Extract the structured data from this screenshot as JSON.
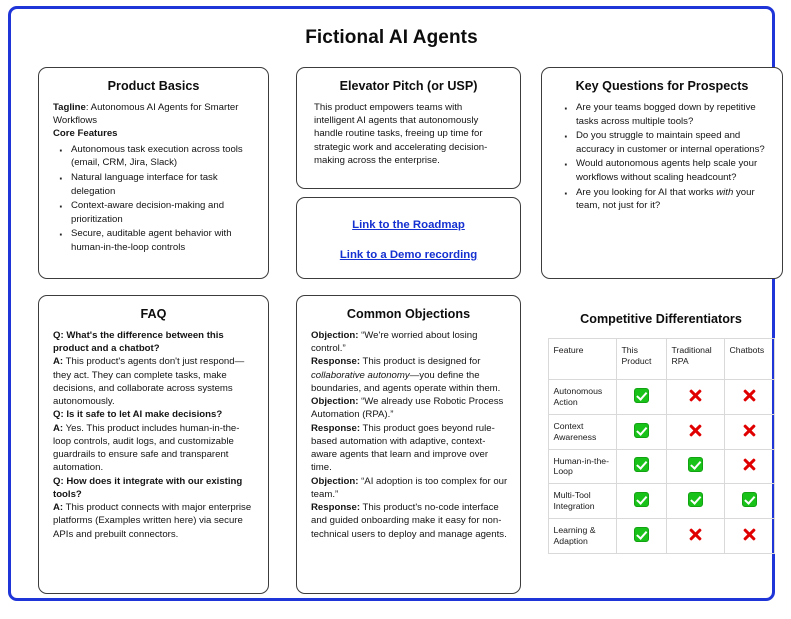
{
  "page": {
    "title": "Fictional AI Agents",
    "frame_color": "#2035d8",
    "card_border_color": "#3c3c3c",
    "link_color": "#1430d0"
  },
  "product_basics": {
    "title": "Product Basics",
    "tagline_label": "Tagline",
    "tagline_text": ": Autonomous AI Agents for Smarter Workflows",
    "core_features_heading": "Core Features",
    "features": [
      "Autonomous task execution across tools (email, CRM, Jira, Slack)",
      "Natural language interface for task delegation",
      "Context-aware decision-making and prioritization",
      "Secure, auditable agent behavior with human-in-the-loop controls"
    ]
  },
  "elevator_pitch": {
    "title": "Elevator Pitch (or USP)",
    "body": "This product empowers teams with intelligent AI agents that autonomously handle routine tasks, freeing up time for strategic work and accelerating decision-making across the enterprise."
  },
  "links": {
    "roadmap_label": "Link to the Roadmap",
    "demo_label": "Link to a Demo recording"
  },
  "key_questions": {
    "title": "Key Questions for Prospects",
    "items": [
      "Are your teams bogged down by repetitive tasks across multiple tools?",
      "Do you struggle to maintain speed and accuracy in customer or internal operations?",
      "Would autonomous agents help scale your workflows without scaling headcount?"
    ],
    "last_item": {
      "part1": "Are you looking for AI that works ",
      "emphasis": "with",
      "part2": " your team, not just for it?"
    }
  },
  "faq": {
    "title": "FAQ",
    "entries": [
      {
        "q_label": "Q:",
        "question": " What's the difference between this product and a chatbot?",
        "a_label": "A:",
        "answer": " This product's agents don't just respond—they act. They can complete tasks, make decisions, and collaborate across systems autonomously."
      },
      {
        "q_label": "Q:",
        "question": " Is it safe to let AI make decisions?",
        "a_label": "A:",
        "answer": " Yes. This product includes human-in-the-loop controls, audit logs, and customizable guardrails to ensure safe and transparent automation."
      },
      {
        "q_label": "Q:",
        "question": " How does it integrate with our existing tools?",
        "a_label": "A:",
        "answer": " This product connects with major enterprise platforms (Examples written here) via secure APIs and prebuilt connectors."
      }
    ]
  },
  "objections": {
    "title": "Common Objections",
    "entries": [
      {
        "o_label": "Objection:",
        "objection": " “We're worried about losing control.”",
        "r_label": "Response:",
        "response_part1": " This product is designed for ",
        "response_emphasis": "collaborative autonomy",
        "response_part2": "—you define the boundaries, and agents operate within them."
      },
      {
        "o_label": "Objection:",
        "objection": " “We already use Robotic Process Automation (RPA).”",
        "r_label": "Response:",
        "response_part1": " This product goes beyond rule-based automation with adaptive, context-aware agents that learn and improve over time.",
        "response_emphasis": "",
        "response_part2": ""
      },
      {
        "o_label": "Objection:",
        "objection": " “AI adoption is too complex for our team.”",
        "r_label": "Response:",
        "response_part1": " This product's no-code interface and guided onboarding make it easy for non-technical users to deploy and manage agents.",
        "response_emphasis": "",
        "response_part2": ""
      }
    ]
  },
  "differentiators": {
    "title": "Competitive Differentiators",
    "columns": [
      "Feature",
      "This Product",
      "Traditional RPA",
      "Chatbots"
    ],
    "rows": [
      {
        "feature": "Autonomous Action",
        "this_product": "yes",
        "traditional_rpa": "no",
        "chatbots": "no"
      },
      {
        "feature": "Context Awareness",
        "this_product": "yes",
        "traditional_rpa": "no",
        "chatbots": "no"
      },
      {
        "feature": "Human-in-the-Loop",
        "this_product": "yes",
        "traditional_rpa": "yes",
        "chatbots": "no"
      },
      {
        "feature": "Multi-Tool Integration",
        "this_product": "yes",
        "traditional_rpa": "yes",
        "chatbots": "yes"
      },
      {
        "feature": "Learning & Adaption",
        "this_product": "yes",
        "traditional_rpa": "no",
        "chatbots": "no"
      }
    ],
    "yes_color": "#19c219",
    "no_color": "#e00000"
  }
}
